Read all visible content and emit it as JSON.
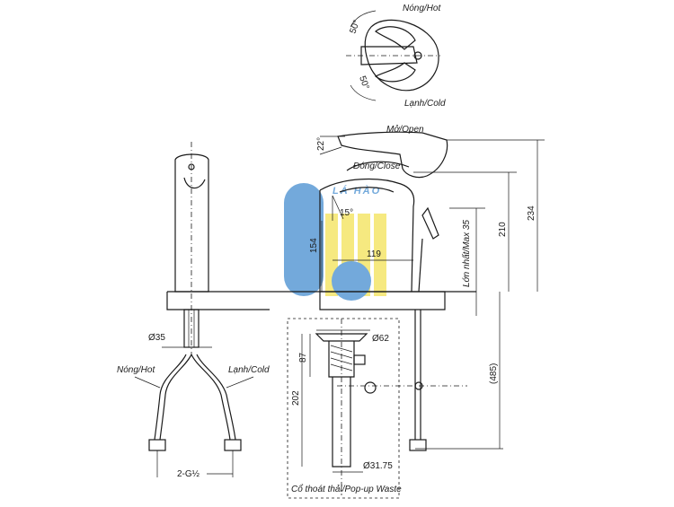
{
  "labels": {
    "hot_top": "Nóng/Hot",
    "cold_top": "Lạnh/Cold",
    "angle_hot": "50°",
    "angle_cold": "50°",
    "open": "Mở/Open",
    "close": "Đóng/Close",
    "angle_22": "22°",
    "angle_15": "15°",
    "dim_154": "154",
    "dim_119": "119",
    "dim_max35": "Lớn nhất/Max 35",
    "dim_210": "210",
    "dim_234": "234",
    "dim_35": "Ø35",
    "dim_62": "Ø62",
    "dim_87": "87",
    "dim_202": "202",
    "dim_485": "(485)",
    "dim_3175": "Ø31.75",
    "hot_hose": "Nóng/Hot",
    "cold_hose": "Lạnh/Cold",
    "thread": "2-G½",
    "popup": "Cổ thoát thải/Pop-up Waste",
    "watermark": "LÁ HÀO"
  },
  "colors": {
    "watermark_blue": "#5b9bd5",
    "watermark_yellow": "#f5e66a",
    "line": "#1a1a1a"
  }
}
